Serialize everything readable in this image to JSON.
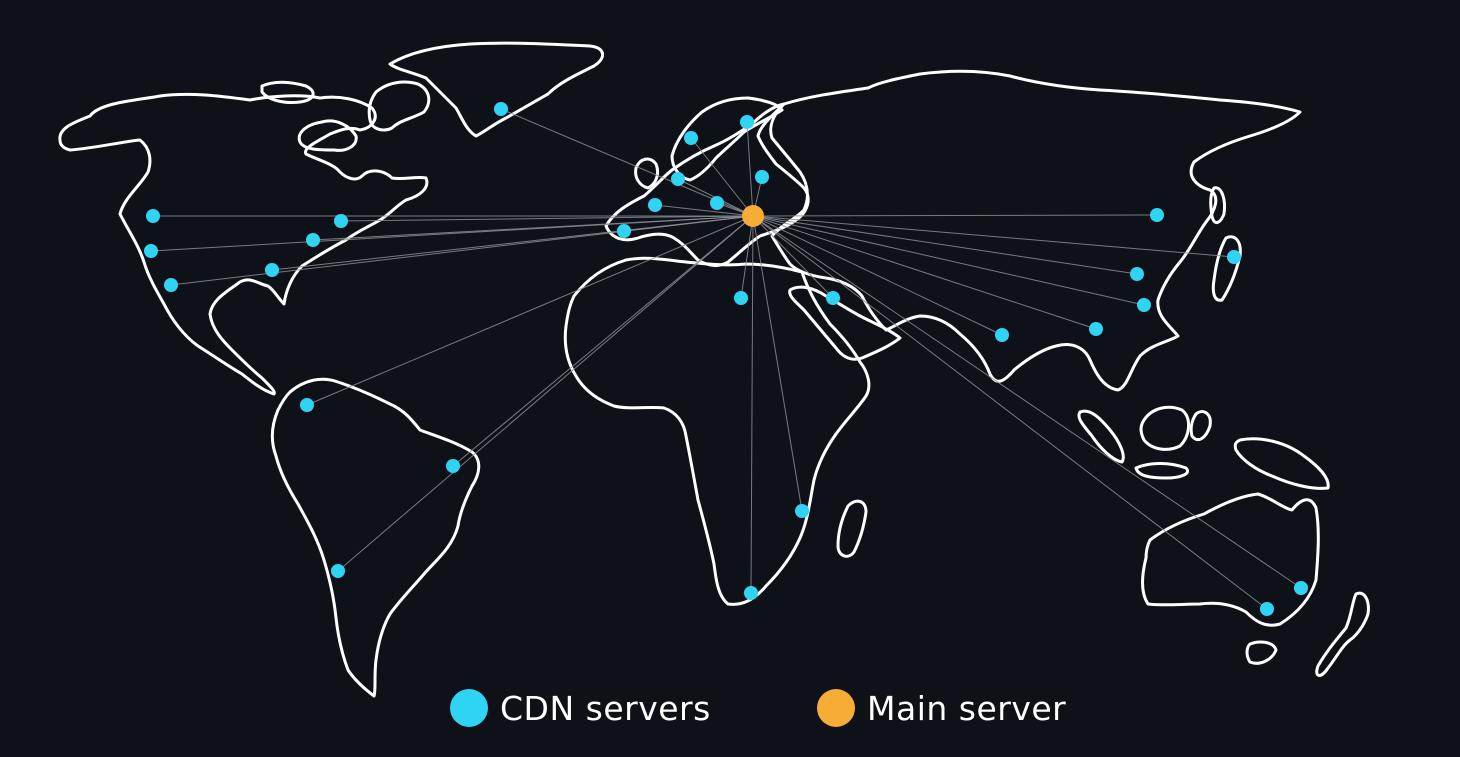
{
  "legend": {
    "cdn": {
      "label": "CDN servers",
      "color": "#2fd4f5"
    },
    "main": {
      "label": "Main server",
      "color": "#f7ac35"
    }
  },
  "colors": {
    "background": "#0e1117",
    "land_stroke": "#ffffff",
    "link": "#8a8d93"
  },
  "servers": {
    "main": {
      "id": "main",
      "region": "Eastern Europe"
    },
    "cdn": [
      {
        "id": "greenland"
      },
      {
        "id": "norway"
      },
      {
        "id": "finland"
      },
      {
        "id": "uk"
      },
      {
        "id": "poland"
      },
      {
        "id": "france"
      },
      {
        "id": "italy"
      },
      {
        "id": "spain"
      },
      {
        "id": "us-northwest"
      },
      {
        "id": "us-west"
      },
      {
        "id": "us-southwest"
      },
      {
        "id": "us-northeast"
      },
      {
        "id": "us-east"
      },
      {
        "id": "us-southeast"
      },
      {
        "id": "colombia"
      },
      {
        "id": "brazil"
      },
      {
        "id": "chile"
      },
      {
        "id": "egypt"
      },
      {
        "id": "saudi-arabia"
      },
      {
        "id": "kenya"
      },
      {
        "id": "south-africa"
      },
      {
        "id": "india"
      },
      {
        "id": "southeast-asia"
      },
      {
        "id": "china-north"
      },
      {
        "id": "china-east"
      },
      {
        "id": "china-south"
      },
      {
        "id": "japan"
      },
      {
        "id": "australia-east"
      },
      {
        "id": "australia-south"
      }
    ]
  }
}
